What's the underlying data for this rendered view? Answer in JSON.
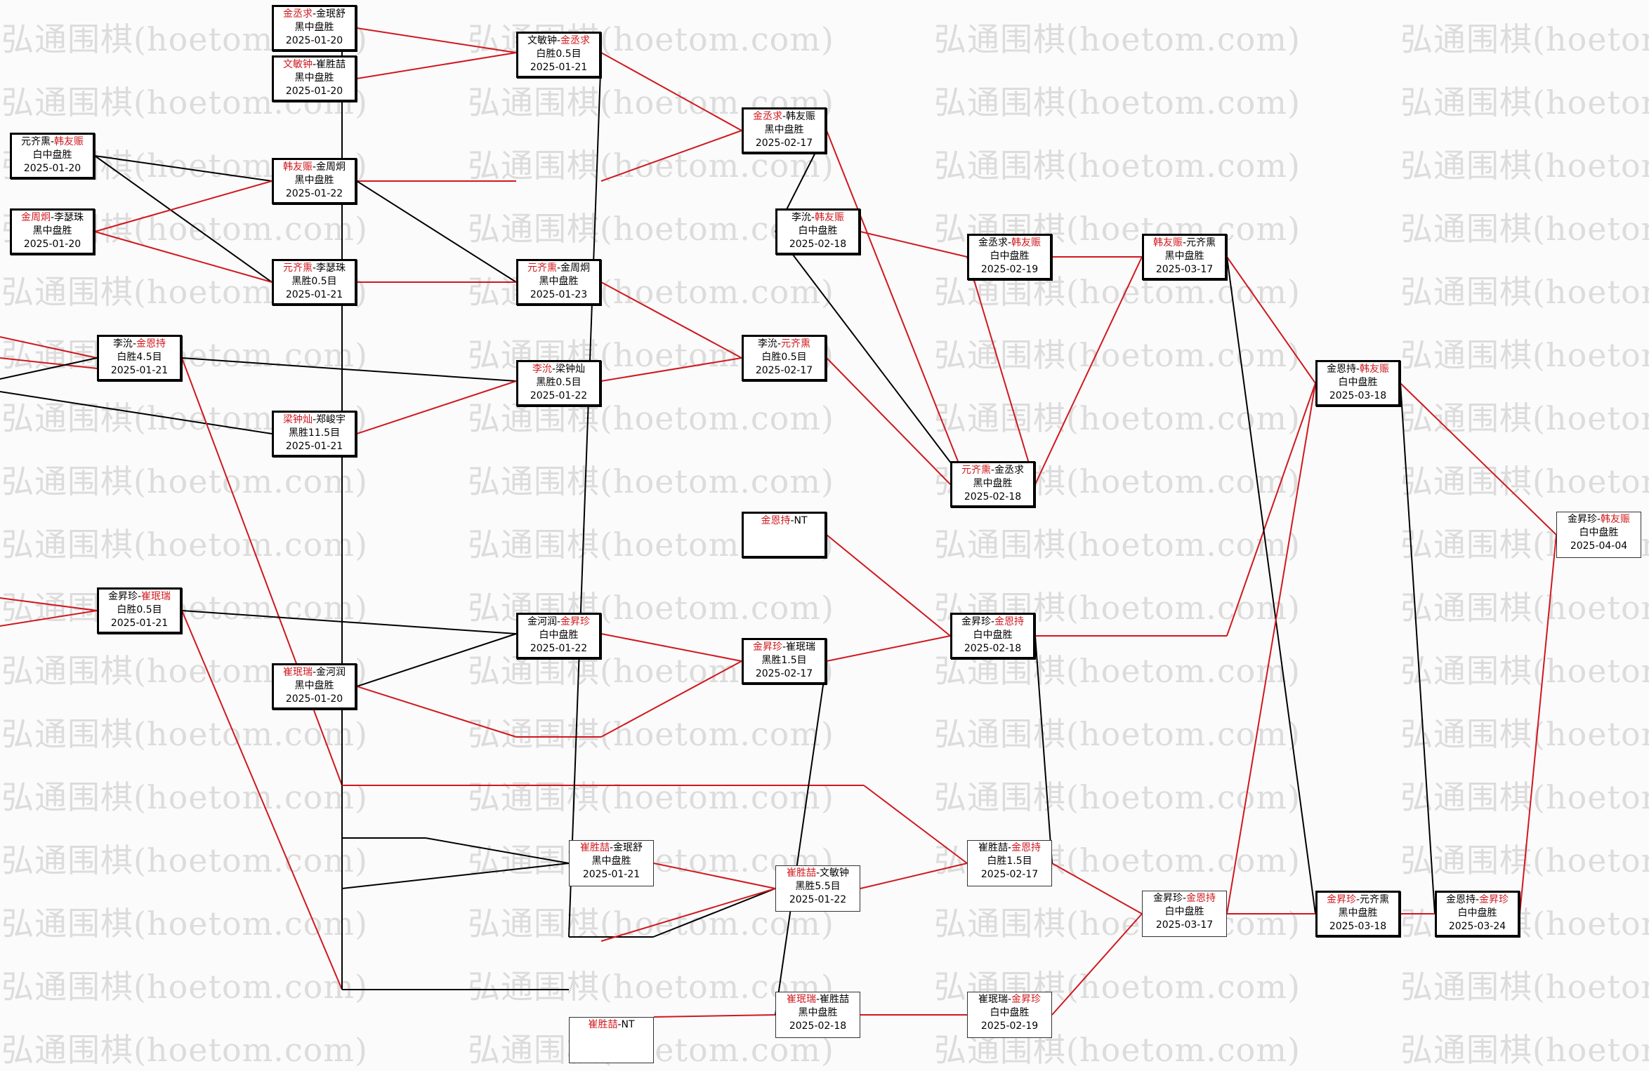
{
  "watermark": "弘通围棋(hoetom.com)",
  "colors": {
    "winner": "#d0181e",
    "loser_line": "#000000"
  },
  "games": [
    {
      "id": "g1",
      "w": "金丞求",
      "l": "金珉舒",
      "win": "p1",
      "result": "黑中盘胜",
      "date": "2025-01-20",
      "style": "thick"
    },
    {
      "id": "g2",
      "w": "文敏钟",
      "l": "崔胜喆",
      "win": "p1",
      "result": "黑中盘胜",
      "date": "2025-01-20",
      "style": "thick"
    },
    {
      "id": "g3",
      "w": "元齐熏",
      "l": "韩友赈",
      "win": "p2",
      "result": "白中盘胜",
      "date": "2025-01-20",
      "style": "thick"
    },
    {
      "id": "g4",
      "w": "金周炯",
      "l": "李瑟珠",
      "win": "p1",
      "result": "黑中盘胜",
      "date": "2025-01-20",
      "style": "thick"
    },
    {
      "id": "g5",
      "w": "韩友赈",
      "l": "金周炯",
      "win": "p1",
      "result": "黑中盘胜",
      "date": "2025-01-22",
      "style": "thick"
    },
    {
      "id": "g6",
      "w": "元齐熏",
      "l": "李瑟珠",
      "win": "p1",
      "result": "黑胜0.5目",
      "date": "2025-01-21",
      "style": "thick"
    },
    {
      "id": "g7",
      "w": "李沇",
      "l": "金恩持",
      "win": "p2",
      "result": "白胜4.5目",
      "date": "2025-01-21",
      "style": "thick"
    },
    {
      "id": "g8",
      "w": "梁钟灿",
      "l": "郑峻宇",
      "win": "p1",
      "result": "黑胜11.5目",
      "date": "2025-01-21",
      "style": "thick"
    },
    {
      "id": "g9",
      "w": "金昇珍",
      "l": "崔珉瑞",
      "win": "p2",
      "result": "白胜0.5目",
      "date": "2025-01-21",
      "style": "thick"
    },
    {
      "id": "g10",
      "w": "崔珉瑞",
      "l": "金河润",
      "win": "p1",
      "result": "黑中盘胜",
      "date": "2025-01-20",
      "style": "thick"
    },
    {
      "id": "g11",
      "w": "文敏钟",
      "l": "金丞求",
      "win": "p2",
      "result": "白胜0.5目",
      "date": "2025-01-21",
      "style": "thick"
    },
    {
      "id": "g12",
      "w": "元齐熏",
      "l": "金周炯",
      "win": "p1",
      "result": "黑中盘胜",
      "date": "2025-01-23",
      "style": "thick"
    },
    {
      "id": "g13",
      "w": "李沇",
      "l": "梁钟灿",
      "win": "p1",
      "result": "黑胜0.5目",
      "date": "2025-01-22",
      "style": "thick"
    },
    {
      "id": "g14",
      "w": "金河润",
      "l": "金昇珍",
      "win": "p2",
      "result": "白中盘胜",
      "date": "2025-01-22",
      "style": "thick"
    },
    {
      "id": "g15",
      "w": "崔胜喆",
      "l": "金珉舒",
      "win": "p1",
      "result": "黑中盘胜",
      "date": "2025-01-21",
      "style": "thin"
    },
    {
      "id": "g16",
      "w": "崔胜喆",
      "l": "NT",
      "win": "p1",
      "result": "",
      "date": "",
      "style": "thin"
    },
    {
      "id": "g17",
      "w": "金丞求",
      "l": "韩友赈",
      "win": "p1",
      "result": "黑中盘胜",
      "date": "2025-02-17",
      "style": "thick"
    },
    {
      "id": "g18",
      "w": "李沇",
      "l": "韩友赈",
      "win": "p2",
      "result": "白中盘胜",
      "date": "2025-02-18",
      "style": "thick"
    },
    {
      "id": "g19",
      "w": "李沇",
      "l": "元齐熏",
      "win": "p2",
      "result": "白胜0.5目",
      "date": "2025-02-17",
      "style": "thick"
    },
    {
      "id": "g20",
      "w": "金恩持",
      "l": "NT",
      "win": "p1",
      "result": "",
      "date": "",
      "style": "thick"
    },
    {
      "id": "g21",
      "w": "金昇珍",
      "l": "崔珉瑞",
      "win": "p1",
      "result": "黑胜1.5目",
      "date": "2025-02-17",
      "style": "thick"
    },
    {
      "id": "g22",
      "w": "崔胜喆",
      "l": "文敏钟",
      "win": "p1",
      "result": "黑胜5.5目",
      "date": "2025-01-22",
      "style": "thin"
    },
    {
      "id": "g23",
      "w": "崔珉瑞",
      "l": "崔胜喆",
      "win": "p1",
      "result": "黑中盘胜",
      "date": "2025-02-18",
      "style": "thin"
    },
    {
      "id": "g24",
      "w": "金丞求",
      "l": "韩友赈",
      "win": "p2",
      "result": "白中盘胜",
      "date": "2025-02-19",
      "style": "thick"
    },
    {
      "id": "g25",
      "w": "元齐熏",
      "l": "金丞求",
      "win": "p1",
      "result": "黑中盘胜",
      "date": "2025-02-18",
      "style": "thick"
    },
    {
      "id": "g26",
      "w": "金昇珍",
      "l": "金恩持",
      "win": "p2",
      "result": "白中盘胜",
      "date": "2025-02-18",
      "style": "thick"
    },
    {
      "id": "g27",
      "w": "崔胜喆",
      "l": "金恩持",
      "win": "p2",
      "result": "白胜1.5目",
      "date": "2025-02-17",
      "style": "thin"
    },
    {
      "id": "g28",
      "w": "崔珉瑞",
      "l": "金昇珍",
      "win": "p2",
      "result": "白中盘胜",
      "date": "2025-02-19",
      "style": "thin"
    },
    {
      "id": "g29",
      "w": "韩友赈",
      "l": "元齐熏",
      "win": "p1",
      "result": "黑中盘胜",
      "date": "2025-03-17",
      "style": "thick"
    },
    {
      "id": "g30",
      "w": "金昇珍",
      "l": "金恩持",
      "win": "p2",
      "result": "白中盘胜",
      "date": "2025-03-17",
      "style": "thin"
    },
    {
      "id": "g31",
      "w": "金恩持",
      "l": "韩友赈",
      "win": "p2",
      "result": "白中盘胜",
      "date": "2025-03-18",
      "style": "thick"
    },
    {
      "id": "g32",
      "w": "金昇珍",
      "l": "元齐熏",
      "win": "p1",
      "result": "黑中盘胜",
      "date": "2025-03-18",
      "style": "thick"
    },
    {
      "id": "g33",
      "w": "金恩持",
      "l": "金昇珍",
      "win": "p2",
      "result": "白中盘胜",
      "date": "2025-03-24",
      "style": "thick"
    },
    {
      "id": "g34",
      "w": "金昇珍",
      "l": "韩友赈",
      "win": "p2",
      "result": "白中盘胜",
      "date": "2025-04-04",
      "style": "thin"
    }
  ]
}
